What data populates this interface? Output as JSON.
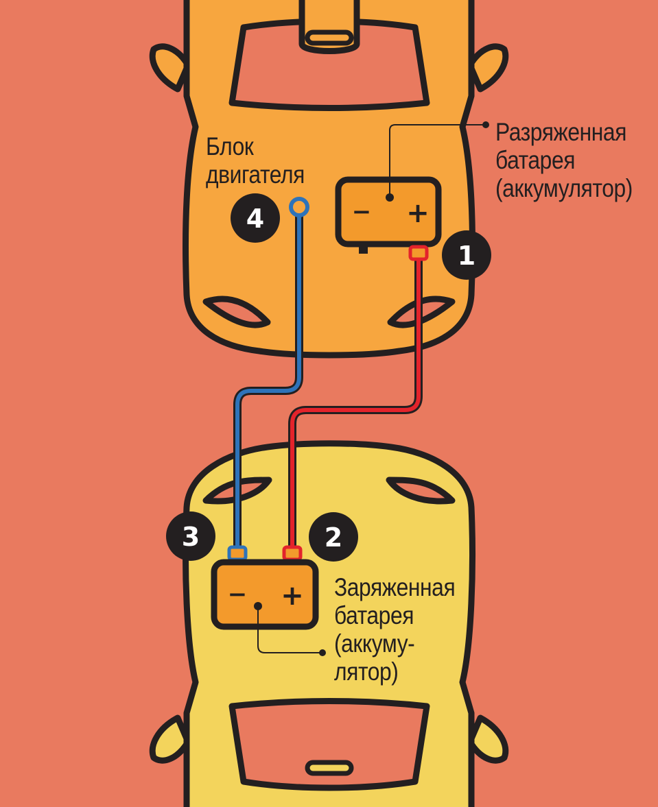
{
  "colors": {
    "background": "#e97a5f",
    "top_car": "#f7a63f",
    "bottom_car": "#f3d45c",
    "battery": "#f39a2c",
    "outline": "#231f20",
    "negative_cable": "#2e73b9",
    "positive_cable": "#e3232b",
    "badge": "#231f20",
    "badge_text": "#ffffff"
  },
  "labels": {
    "engine_block": [
      "Блок",
      "двигателя"
    ],
    "discharged_battery": [
      "Разряженная",
      "батарея",
      "(аккумулятор)"
    ],
    "charged_battery": [
      "Заряженная",
      "батарея",
      "(аккуму-",
      "лятор)"
    ]
  },
  "steps": [
    "1",
    "2",
    "3",
    "4"
  ],
  "battery_signs": {
    "minus": "−",
    "plus": "+"
  }
}
